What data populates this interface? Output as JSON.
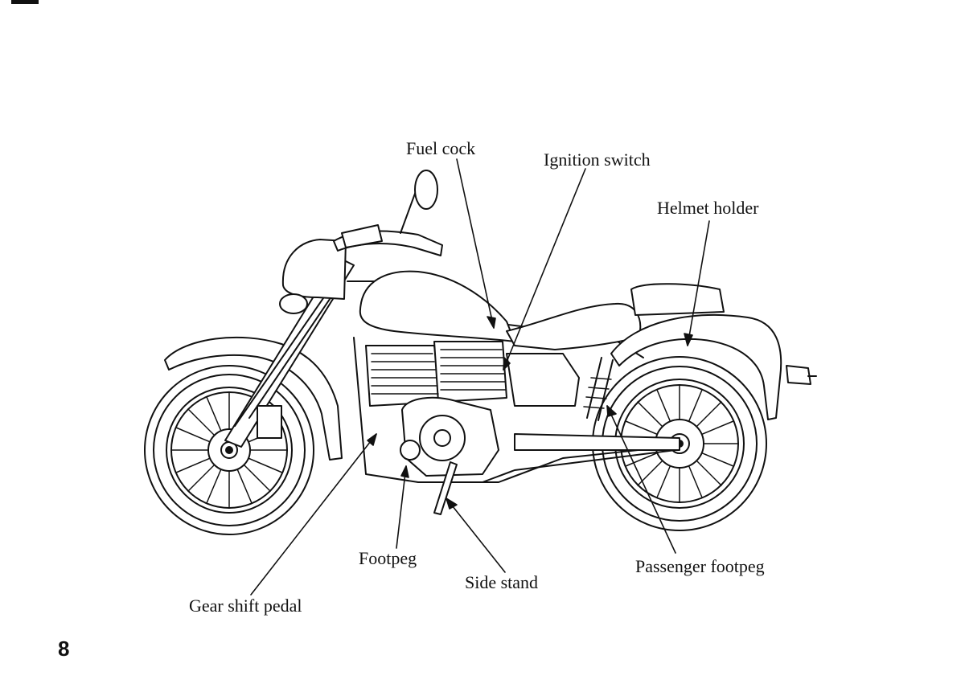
{
  "labels": {
    "fuel_cock": "Fuel cock",
    "ignition_switch": "Ignition switch",
    "helmet_holder": "Helmet holder",
    "footpeg": "Footpeg",
    "side_stand": "Side stand",
    "passenger_footpeg": "Passenger footpeg",
    "gear_shift_pedal": "Gear shift pedal"
  },
  "page_number": "8"
}
